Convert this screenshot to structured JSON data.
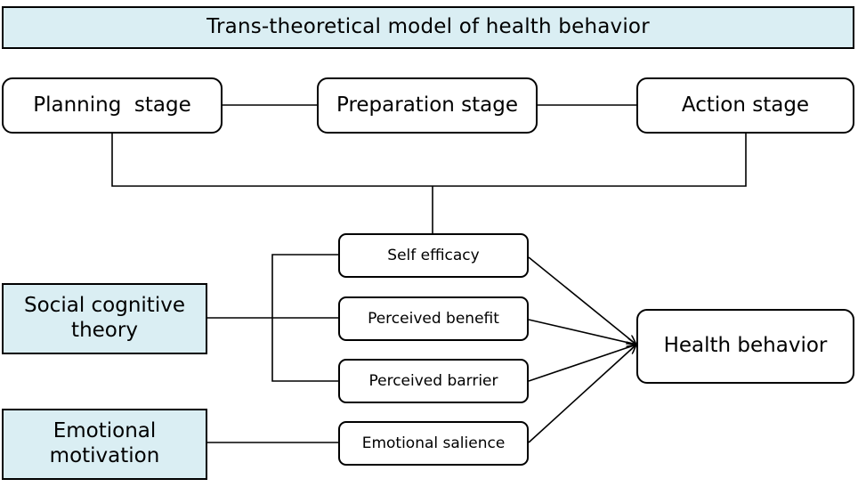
{
  "title": "Trans-theoretical model of health behavior",
  "stages": {
    "planning": "Planning  stage",
    "preparation": "Preparation stage",
    "action": "Action stage"
  },
  "theories": {
    "social_cognitive": "Social cognitive theory",
    "emotional_motivation": "Emotional motivation"
  },
  "factors": {
    "self_efficacy": "Self efficacy",
    "perceived_benefit": "Perceived benefit",
    "perceived_barrier": "Perceived barrier",
    "emotional_salience": "Emotional salience"
  },
  "outcome": "Health behavior",
  "colors": {
    "shaded_fill": "#daeef3",
    "stroke": "#000000"
  }
}
